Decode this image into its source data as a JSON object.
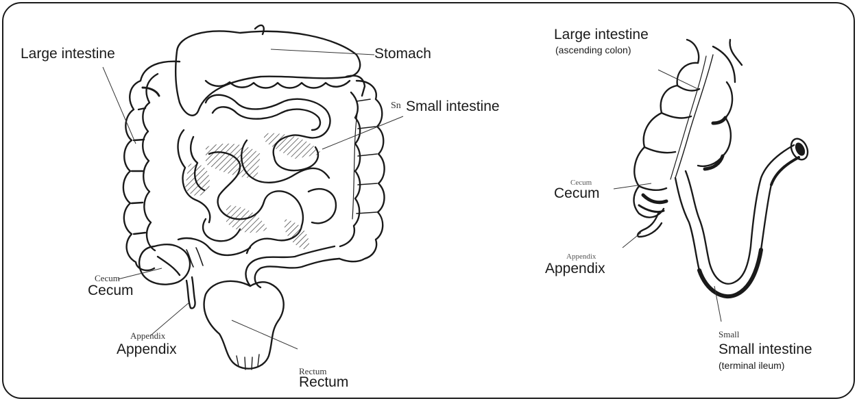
{
  "left_diagram": {
    "labels": {
      "large_intestine": "Large intestine",
      "stomach": "Stomach",
      "small_intestine_stub": "Sn",
      "small_intestine": "Small intestine",
      "cecum_print": "Cecum",
      "cecum": "Cecum",
      "appendix_print": "Appendix",
      "appendix": "Appendix",
      "rectum_print": "Rectum",
      "rectum": "Rectum"
    }
  },
  "right_diagram": {
    "labels": {
      "large_intestine": "Large intestine",
      "large_intestine_sub": "(ascending colon)",
      "cecum_print": "Cecum",
      "cecum": "Cecum",
      "appendix_print": "Appendix",
      "appendix": "Appendix",
      "small_print": "Small",
      "small_intestine": "Small intestine",
      "small_intestine_sub": "(terminal ileum)"
    }
  }
}
